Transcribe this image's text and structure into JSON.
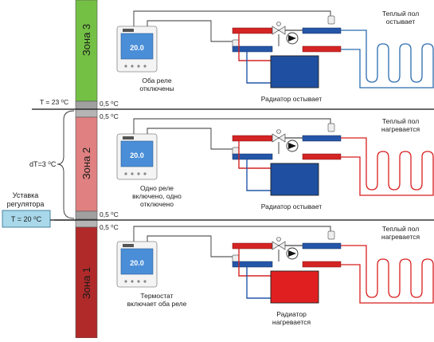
{
  "zones": [
    {
      "label": "Зона 3",
      "color": "#74c045"
    },
    {
      "label": "Зона 2",
      "color": "#e08080"
    },
    {
      "label": "Зона 1",
      "color": "#b02a2a"
    }
  ],
  "boundary_labels": {
    "t_upper": "T = 23 ⁰C",
    "t_lower": "T = 20 ⁰C",
    "offset_1": "0,5 ⁰C",
    "offset_2": "0,5 ⁰C",
    "offset_3": "0,5 ⁰C",
    "offset_4": "0,5 ⁰C",
    "dt": "dT=3 ⁰C"
  },
  "setpoint": {
    "line1": "Уставка",
    "line2": "регулятора"
  },
  "thermostat_display": "20.0",
  "panels": [
    {
      "thermostat_caption": [
        "Оба реле",
        "отключены"
      ],
      "floor_caption": [
        "Теплый пол",
        "остывает"
      ],
      "radiator_caption": [
        "Радиатор остывает"
      ],
      "radiator_color": "#1f4fa0",
      "floor_color": "#2a6cb0"
    },
    {
      "thermostat_caption": [
        "Одно реле",
        "включено, одно",
        "отключено"
      ],
      "floor_caption": [
        "Теплый пол",
        "нагревается"
      ],
      "radiator_caption": [
        "Радиатор остывает"
      ],
      "radiator_color": "#1f4fa0",
      "floor_color": "#d81e1e"
    },
    {
      "thermostat_caption": [
        "Термостат",
        "включает оба реле"
      ],
      "floor_caption": [
        "Теплый пол",
        "нагревается"
      ],
      "radiator_caption": [
        "Радиатор",
        "нагревается"
      ],
      "radiator_color": "#e02020",
      "floor_color": "#d81e1e"
    }
  ],
  "colors": {
    "hot_pipe": "#d42424",
    "cold_pipe": "#2456a8",
    "setpoint_box": "#a8d8ea",
    "boundary_band": "#a0a0a0"
  }
}
